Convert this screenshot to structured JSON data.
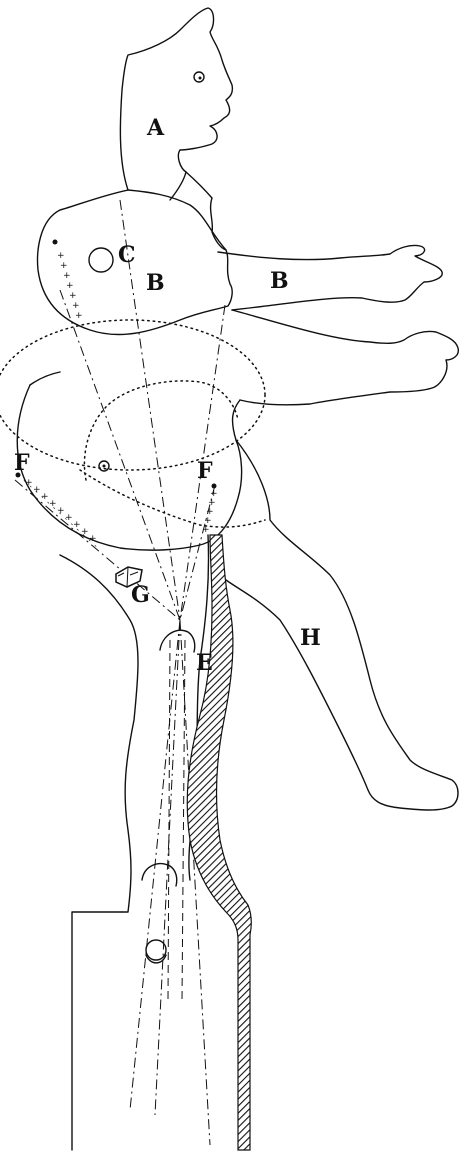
{
  "labels": {
    "head": "A",
    "arm": "B",
    "torso": "B",
    "eye_mark": "C",
    "knee_joint": "E",
    "pivot_left": "F",
    "pivot_right": "F",
    "block": "G",
    "leg": "H"
  }
}
